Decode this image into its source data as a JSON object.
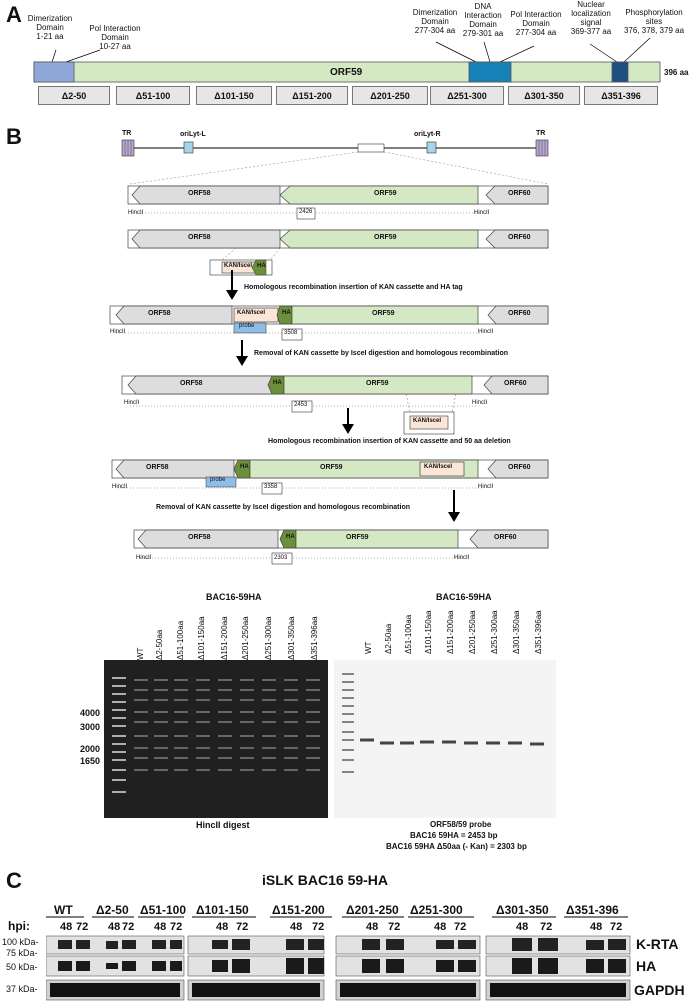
{
  "panelA": {
    "letter": "A",
    "domains": [
      {
        "title": "Dimerization Domain",
        "range": "1-21 aa"
      },
      {
        "title": "Pol Interaction Domain",
        "range": "10-27 aa"
      },
      {
        "title": "Dimerization Domain",
        "range": "277-304 aa"
      },
      {
        "title": "DNA Interaction Domain",
        "range": "279-301 aa"
      },
      {
        "title": "Pol Interaction Domain",
        "range": "277-304 aa"
      },
      {
        "title": "Nuclear localization signal",
        "range": "369-377 aa"
      },
      {
        "title": "Phosphorylation sites",
        "range": "376, 378, 379 aa"
      }
    ],
    "orf_label": "ORF59",
    "length_label": "396 aa",
    "deletions": [
      "Δ2-50",
      "Δ51-100",
      "Δ101-150",
      "Δ151-200",
      "Δ201-250",
      "Δ251-300",
      "Δ301-350",
      "Δ351-396"
    ],
    "colors": {
      "dimer": "#8fa8d8",
      "orf": "#d4e8c4",
      "dna": "#1681b6",
      "nls": "#1d4f82"
    }
  },
  "panelB": {
    "letter": "B",
    "genome": {
      "tr_left": "TR",
      "tr_right": "TR",
      "ori_left": "oriLyt-L",
      "ori_right": "oriLyt-R"
    },
    "orf58": "ORF58",
    "orf59": "ORF59",
    "orf60": "ORF60",
    "hincII": "HincII",
    "kan": "KAN/IsceI",
    "ha": "HA",
    "probe": "probe",
    "sizes": [
      "2426",
      "3508",
      "2453",
      "3358",
      "2303"
    ],
    "steps": [
      "Homologous recombination insertion of KAN cassette and HA tag",
      "Removal of KAN cassette by IsceI digestion and homologous recombination",
      "Homologous recombination insertion of KAN cassette and 50 aa deletion",
      "Removal of KAN cassette by IsceI digestion and homologous recombination"
    ],
    "gel": {
      "title": "BAC16-59HA",
      "lanes": [
        "WT",
        "Δ2-50aa",
        "Δ51-100aa",
        "Δ101-150aa",
        "Δ151-200aa",
        "Δ201-250aa",
        "Δ251-300aa",
        "Δ301-350aa",
        "Δ351-396aa"
      ],
      "markers": [
        "4000",
        "3000",
        "2000",
        "1650"
      ],
      "caption": "HincII digest"
    },
    "southern": {
      "title": "BAC16-59HA",
      "lanes": [
        "WT",
        "Δ2-50aa",
        "Δ51-100aa",
        "Δ101-150aa",
        "Δ151-200aa",
        "Δ201-250aa",
        "Δ251-300aa",
        "Δ301-350aa",
        "Δ351-396aa"
      ],
      "caption1": "ORF58/59 probe",
      "caption2": "BAC16 59HA = 2453 bp",
      "caption3": "BAC16 59HA Δ50aa (- Kan) = 2303 bp"
    }
  },
  "panelC": {
    "letter": "C",
    "title": "iSLK BAC16 59-HA",
    "groups": [
      "WT",
      "Δ2-50",
      "Δ51-100",
      "Δ101-150",
      "Δ151-200",
      "Δ201-250",
      "Δ251-300",
      "Δ301-350",
      "Δ351-396"
    ],
    "hpi_label": "hpi:",
    "hpi": [
      "48",
      "72"
    ],
    "mw": [
      "100 kDa-",
      "75 kDa-",
      "50 kDa-",
      "37 kDa-"
    ],
    "blots": [
      "K-RTA",
      "HA",
      "GAPDH"
    ]
  }
}
